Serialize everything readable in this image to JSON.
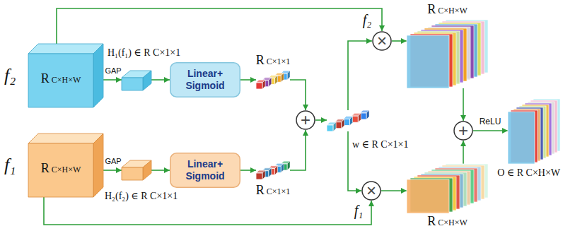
{
  "diagram": {
    "nodes": [
      {
        "text": [
          "f₂",
          "R C×H×W"
        ]
      },
      {
        "text": [
          "H₁(f₁) ∈ R C×1×1"
        ]
      },
      {
        "text": [
          "Linear+ Sigmoid"
        ]
      },
      {
        "text": [
          "R C×1×1"
        ]
      },
      {
        "text": [
          "f₁",
          "R C×H×W"
        ]
      },
      {
        "text": [
          "H₂(f₂) ∈ R C×1×1"
        ]
      },
      {
        "text": [
          "Linear+ Sigmoid"
        ]
      },
      {
        "text": [
          "R C×1×1"
        ]
      },
      {
        "text": [
          "+"
        ]
      },
      {
        "text": [
          "w ∈ R C×1×1"
        ]
      },
      {
        "text": [
          "×"
        ]
      },
      {
        "text": [
          "×"
        ]
      },
      {
        "text": [
          "R C×H×W"
        ]
      },
      {
        "text": [
          "R C×H×W"
        ]
      },
      {
        "text": [
          "+"
        ]
      },
      {
        "text": [
          "O ∈ R C×H×W"
        ]
      }
    ],
    "edges": [
      {
        "from": 0,
        "to": 1,
        "arrow": "to",
        "label": "GAP"
      },
      {
        "from": 1,
        "to": 2,
        "arrow": "to"
      },
      {
        "from": 2,
        "to": 3,
        "arrow": "to"
      },
      {
        "from": 4,
        "to": 5,
        "arrow": "to",
        "label": "GAP"
      },
      {
        "from": 5,
        "to": 6,
        "arrow": "to"
      },
      {
        "from": 6,
        "to": 7,
        "arrow": "to"
      },
      {
        "from": 3,
        "to": 8,
        "arrow": "to"
      },
      {
        "from": 7,
        "to": 8,
        "arrow": "to"
      },
      {
        "from": 8,
        "to": 9,
        "arrow": "to"
      },
      {
        "from": 9,
        "to": 10,
        "arrow": "to"
      },
      {
        "from": 9,
        "to": 11,
        "arrow": "to"
      },
      {
        "from": 0,
        "to": 10,
        "arrow": "to",
        "label": "f₂"
      },
      {
        "from": 4,
        "to": 11,
        "arrow": "to",
        "label": "f₁"
      },
      {
        "from": 10,
        "to": 12,
        "arrow": "to"
      },
      {
        "from": 11,
        "to": 13,
        "arrow": "to"
      },
      {
        "from": 12,
        "to": 14,
        "arrow": "to"
      },
      {
        "from": 13,
        "to": 14,
        "arrow": "to"
      },
      {
        "from": 14,
        "to": 15,
        "arrow": "to",
        "label": "ReLU"
      }
    ]
  }
}
